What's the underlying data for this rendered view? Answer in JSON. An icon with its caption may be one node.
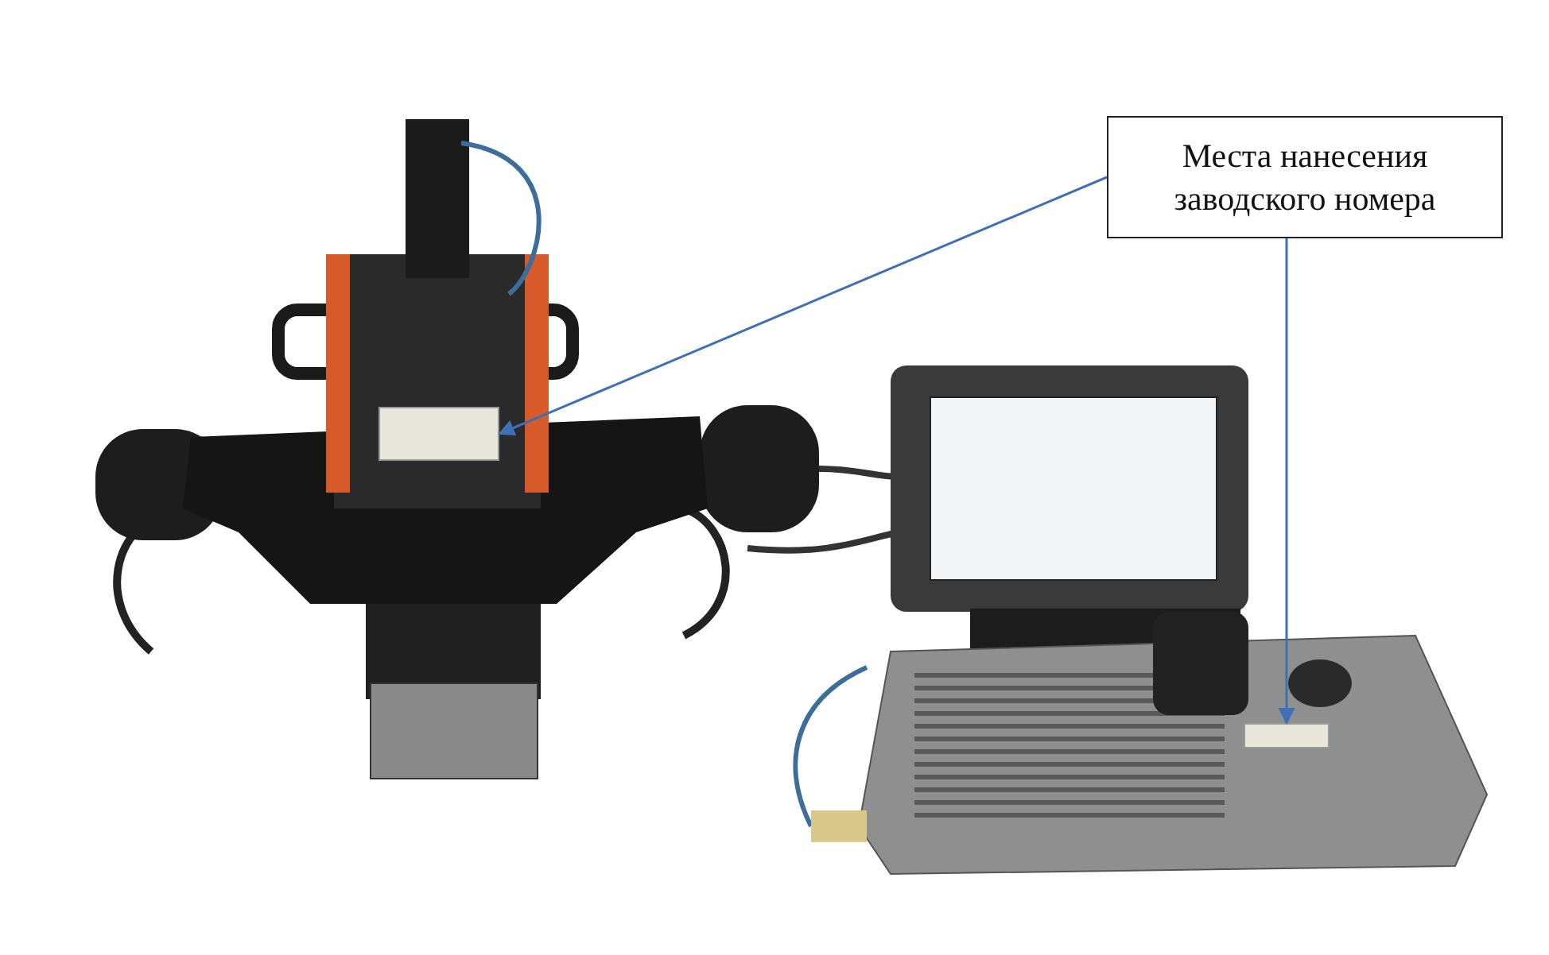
{
  "diagram": {
    "nodes": [
      {
        "text": [
          "Места нанесения заводского номера"
        ]
      },
      {
        "text": [],
        "shape": "box"
      },
      {
        "text": [],
        "shape": "box"
      }
    ],
    "edges": [
      {
        "from": 0,
        "to": 1,
        "arrow": "to"
      },
      {
        "from": 0,
        "to": 2,
        "arrow": "to"
      }
    ]
  }
}
